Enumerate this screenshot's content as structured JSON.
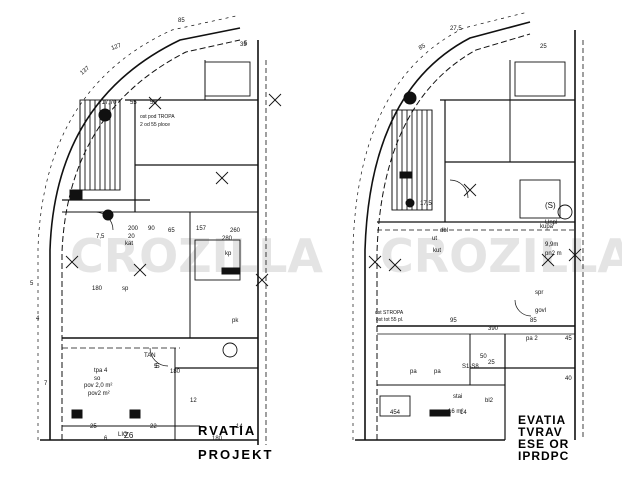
{
  "watermark": "CROZILLA",
  "left_plan": {
    "dims": [
      "127",
      "137",
      "85",
      "35",
      "55",
      "+17,70",
      "55",
      "90",
      "65",
      "157",
      "7,5",
      "20",
      "280",
      "260",
      "200",
      "180",
      "5",
      "4",
      "7",
      "TAN",
      "5",
      "12",
      "25",
      "22",
      "14",
      "180",
      "6",
      "5"
    ],
    "notes": [
      "ost pod TROPA",
      "2 od 55 ploce",
      "kat",
      "sp",
      "kp",
      "pk",
      "tpa 4",
      "so",
      "pov2 m²",
      "pov 2,0 m²",
      "S",
      "180",
      "LIG",
      "Z6"
    ],
    "title": "RVATIA",
    "subtitle": "PROJEKT"
  },
  "right_plan": {
    "dims": [
      "27,5",
      "85",
      "25",
      "17,5",
      "95",
      "85",
      "390",
      "50",
      "25",
      "454",
      "14",
      "45",
      "40"
    ],
    "notes": [
      "dbl",
      "ut",
      "kut",
      "kupa",
      "9,9m",
      "pn2 m",
      "Unpl",
      "spr",
      "govl",
      "pa 2",
      "stai",
      "bl2",
      "ost STROPA",
      "ost tot 55 pl.",
      "S1-S8",
      "pa",
      "pa",
      "16 m²",
      "(S)"
    ],
    "title_lines": [
      "EVATIA",
      "TVRAV",
      "ESE OR",
      "IPRDPC"
    ]
  }
}
